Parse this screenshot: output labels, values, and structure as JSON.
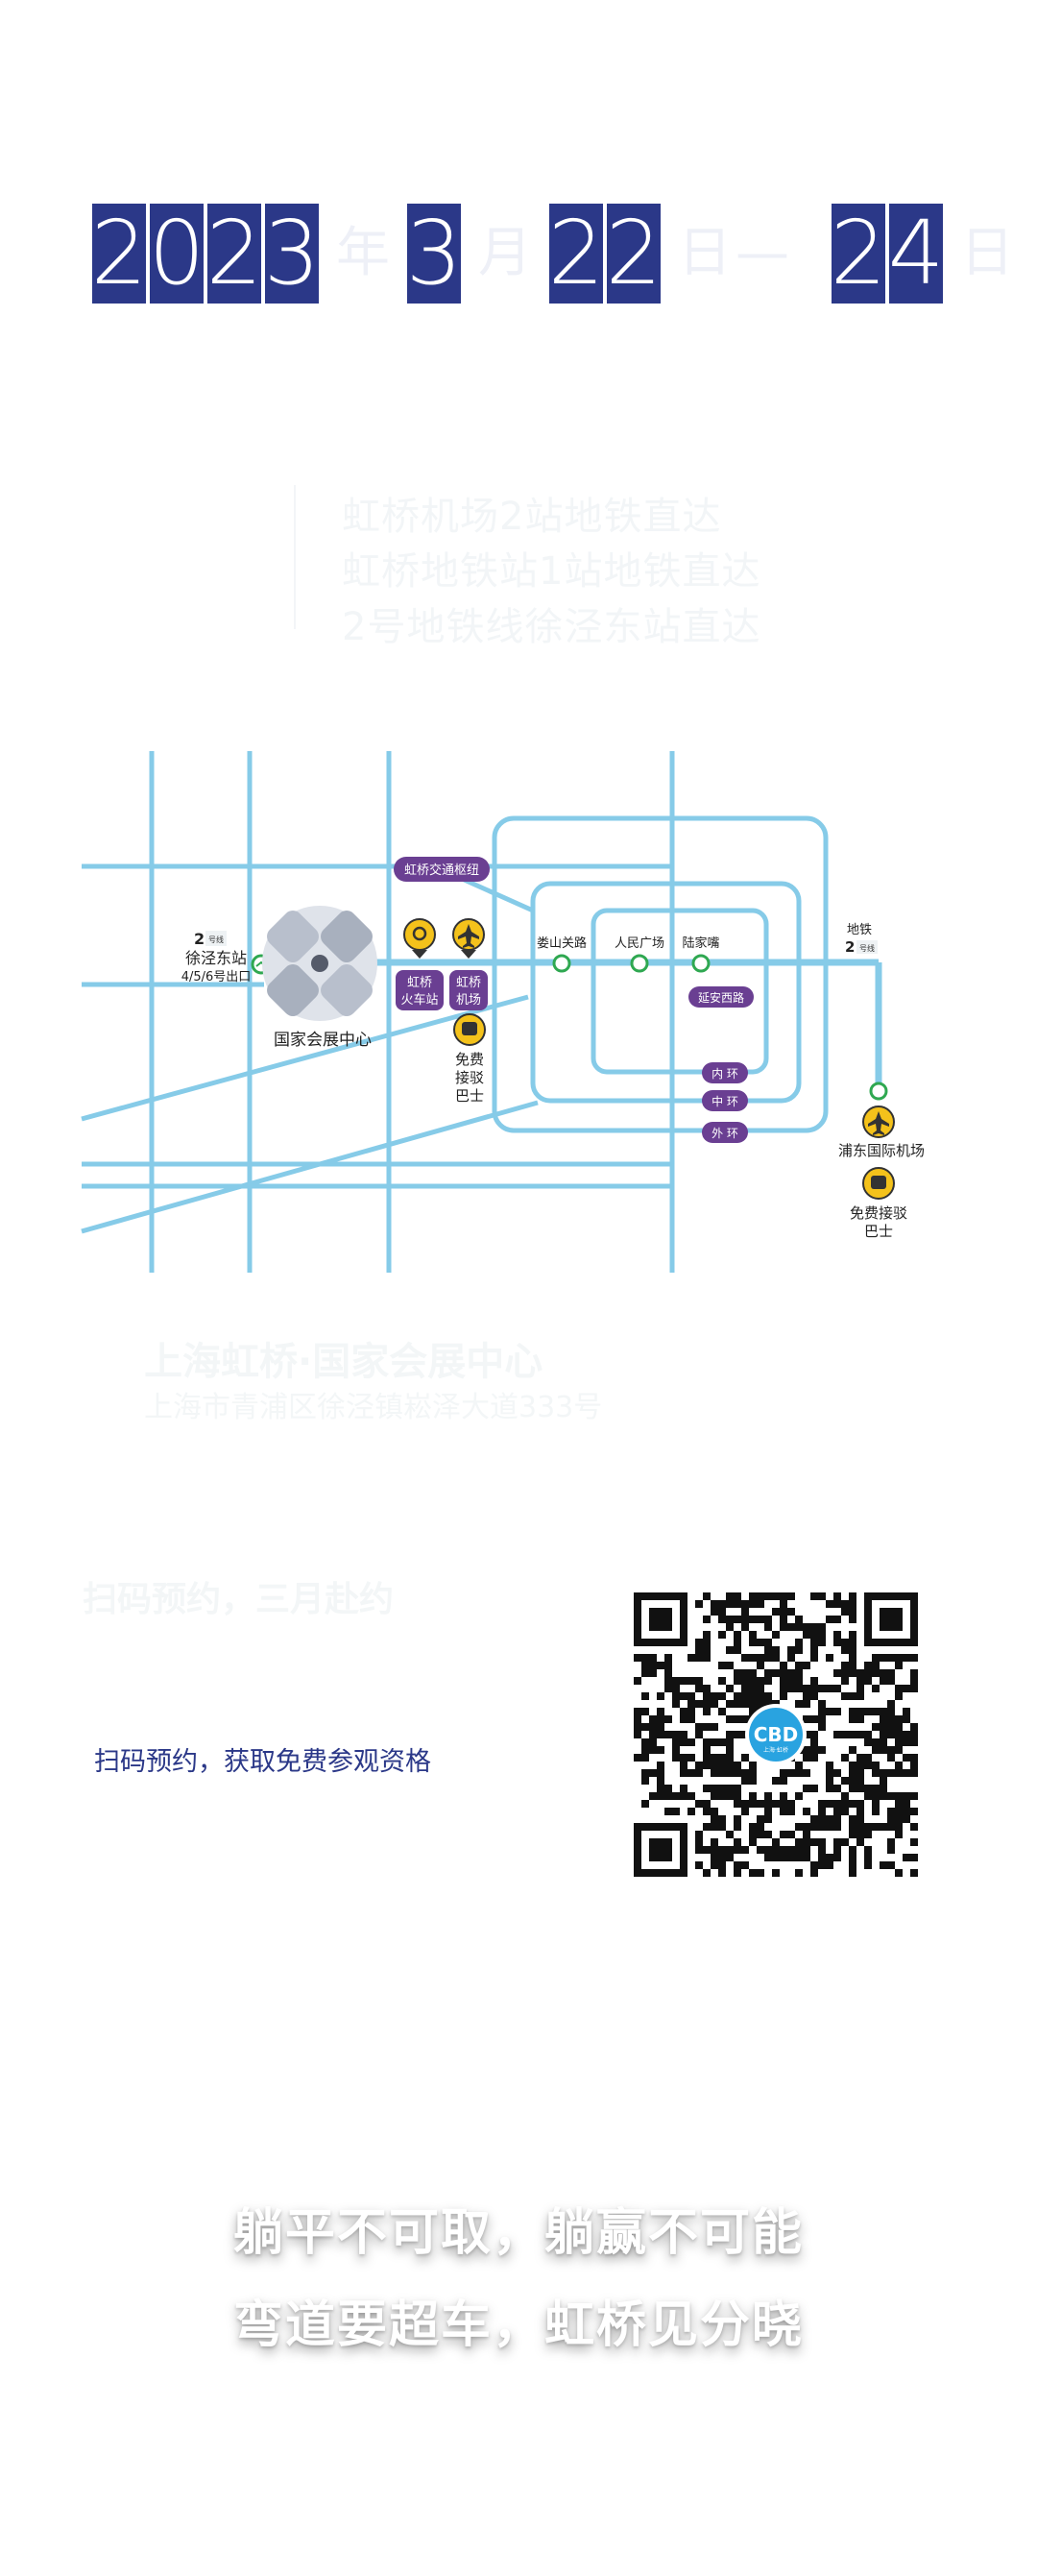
{
  "date": {
    "year": "2023",
    "year_unit": "年",
    "month": "3",
    "month_unit": "月",
    "start_day": "22",
    "day_unit": "日",
    "dash": "—",
    "end_day": "24",
    "end_unit": "日"
  },
  "transport": {
    "line1": "虹桥机场2站地铁直达",
    "line2": "虹桥地铁站1站地铁直达",
    "line3": "2号地铁线徐泾东站直达"
  },
  "map": {
    "hub_label": "虹桥交通枢纽",
    "xujing": {
      "line_num": "2",
      "line_tag": "号线",
      "name": "徐泾东站",
      "exit": "4/5/6号出口"
    },
    "venue": "国家会展中心",
    "train": {
      "l1": "虹桥",
      "l2": "火车站"
    },
    "airport": {
      "l1": "虹桥",
      "l2": "机场"
    },
    "bus_left": {
      "l1": "免费",
      "l2": "接驳",
      "l3": "巴士"
    },
    "lushan": "娄山关路",
    "renmin": "人民广场",
    "lujiazui": "陆家嘴",
    "yanan": "延安西路",
    "inner_ring": "内 环",
    "middle_ring": "中 环",
    "outer_ring": "外 环",
    "metro_label": "地铁",
    "metro_num": "2",
    "metro_tag": "号线",
    "pudong": "浦东国际机场",
    "bus_right": {
      "l1": "免费接驳",
      "l2": "巴士"
    },
    "colors": {
      "line": "#86cbe8",
      "purple": "#6a3f92",
      "yellow": "#f4c21b",
      "green": "#2fa851"
    }
  },
  "venue": {
    "title": "上海虹桥·国家会展中心",
    "address": "上海市青浦区徐泾镇崧泽大道333号"
  },
  "cta": {
    "faint": "扫码预约，三月赴约",
    "text": "扫码预约，获取免费参观资格"
  },
  "qr": {
    "badge": "CBD",
    "badge_sub": "上海·虹桥"
  },
  "slogan": {
    "line1": "躺平不可取，躺赢不可能",
    "line2": "弯道要超车，虹桥见分晓"
  },
  "colors": {
    "navy": "#2b3888",
    "sky": "#86cbe8"
  }
}
